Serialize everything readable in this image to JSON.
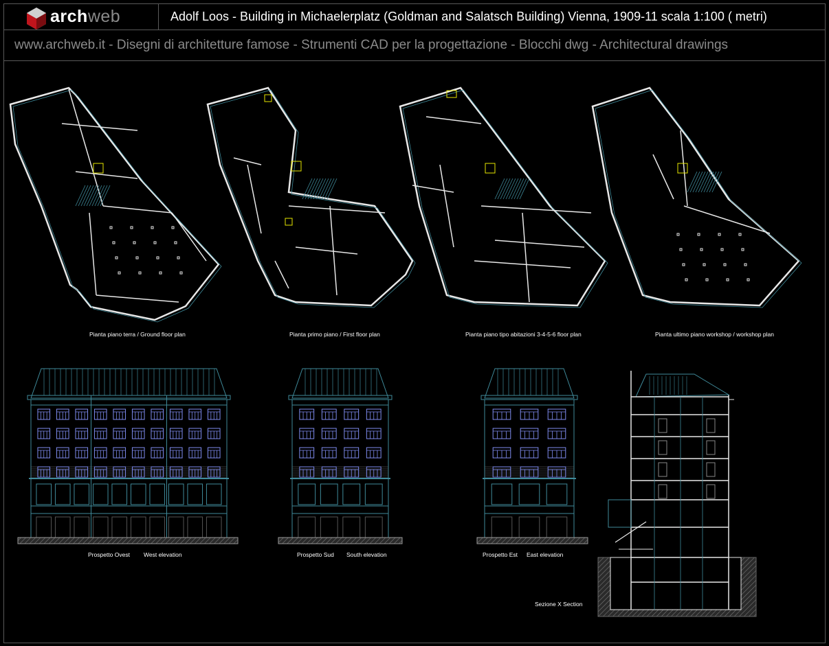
{
  "header": {
    "logo": {
      "brand_bold": "arch",
      "brand_light": "web"
    },
    "title": "Adolf Loos - Building in Michaelerplatz (Goldman and Salatsch Building) Vienna, 1909-11  scala 1:100 ( metri)",
    "subtitle": "www.archweb.it -   Disegni di architetture famose - Strumenti CAD  per la progettazione - Blocchi dwg - Architectural drawings"
  },
  "drawings": {
    "plans": [
      {
        "label": "Pianta piano terra / Ground floor plan"
      },
      {
        "label": "Pianta primo piano / First floor plan"
      },
      {
        "label": "Pianta piano tipo abitazioni 3-4-5-6  floor plan"
      },
      {
        "label": "Pianta ultimo piano workshop  /  workshop plan"
      }
    ],
    "elevations": [
      {
        "label_it": "Prospetto Ovest",
        "label_en": "West elevation",
        "bays": [
          3,
          4,
          3
        ]
      },
      {
        "label_it": "Prospetto Sud",
        "label_en": "South elevation",
        "bays": [
          4
        ]
      },
      {
        "label_it": "Prospetto Est",
        "label_en": "East elevation",
        "bays": [
          3
        ]
      }
    ],
    "section": {
      "label": "Sezione X Section"
    }
  },
  "colors": {
    "background": "#000000",
    "line_cyan": "#3f8a9a",
    "line_white": "#e8e8e8",
    "window_blue": "#7f8cf0",
    "accent_yellow": "#e6e600",
    "hatch_grey": "#6a6a6a",
    "logo_red": "#c0141c"
  }
}
